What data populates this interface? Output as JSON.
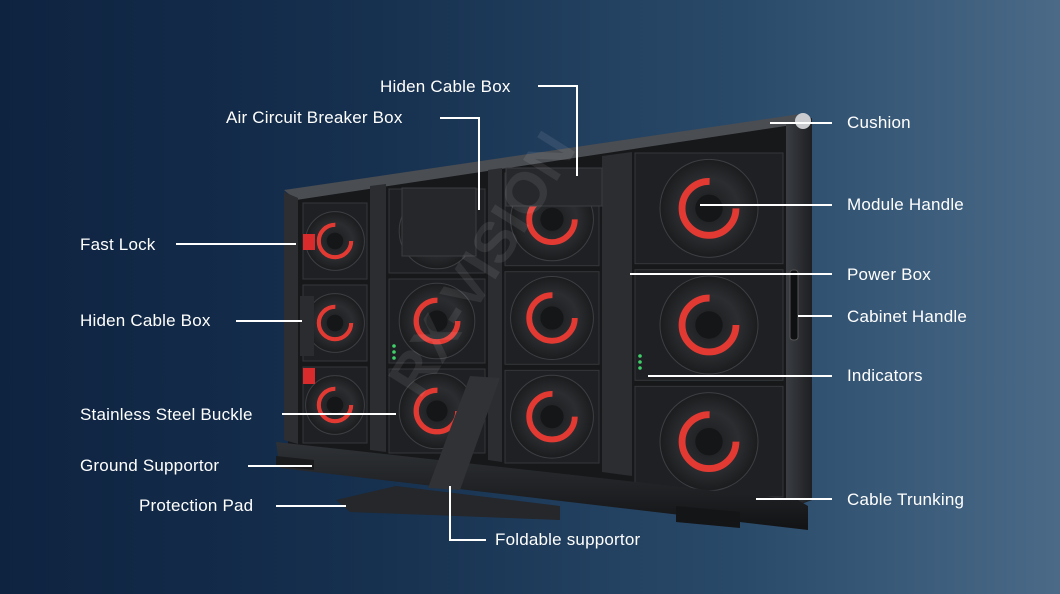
{
  "labels": {
    "hidden_cable_box_top": "Hiden Cable Box",
    "air_circuit_breaker_box": "Air Circuit Breaker Box",
    "cushion": "Cushion",
    "module_handle": "Module Handle",
    "fast_lock": "Fast Lock",
    "power_box": "Power Box",
    "hidden_cable_box_left": "Hiden Cable Box",
    "cabinet_handle": "Cabinet Handle",
    "indicators": "Indicators",
    "stainless_steel_buckle": "Stainless Steel Buckle",
    "ground_supportor": "Ground Supportor",
    "protection_pad": "Protection Pad",
    "cable_trunking": "Cable Trunking",
    "foldable_supportor": "Foldable supportor"
  },
  "colors": {
    "fan_ring": "#e23a33",
    "lock_red": "#d92b2b",
    "frame": "#2a2c30",
    "indicator": "#3fd06a"
  }
}
